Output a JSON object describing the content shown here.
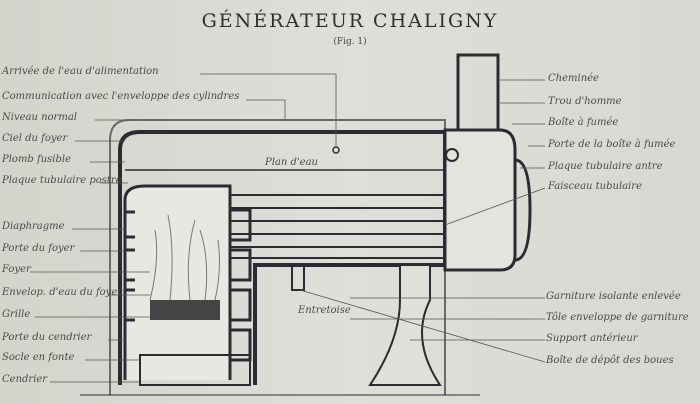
{
  "title": "GÉNÉRATEUR CHALIGNY",
  "figure": "(Fig. 1)",
  "left_labels": [
    "Arrivée de l'eau d'alimentation",
    "Communication avec l'enveloppe des cylindres",
    "Niveau normal",
    "Ciel du foyer",
    "Plomb fusible",
    "Plaque tubulaire postre",
    "Diaphragme",
    "Porte du foyer",
    "Foyer",
    "Envelop. d'eau du foyer",
    "Grille",
    "Porte du cendrier",
    "Socle en fonte",
    "Cendrier"
  ],
  "right_labels": [
    "Cheminée",
    "Trou d'homme",
    "Boîte à fumée",
    "Porte de la boîte à fumée",
    "Plaque tubulaire antre",
    "Faisceau tubulaire",
    "Garniture isolante enlevée",
    "Tôle enveloppe de garniture",
    "Support antérieur",
    "Boîte de dépôt des boues"
  ],
  "inner_labels": {
    "water_level": "Plan d'eau",
    "stay": "Entretoise"
  }
}
